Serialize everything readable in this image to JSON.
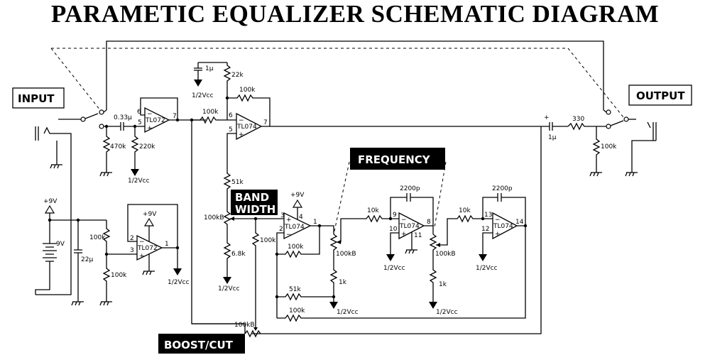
{
  "title": "PARAMETIC EQUALIZER SCHEMATIC DIAGRAM",
  "labels": {
    "input": "INPUT",
    "output": "OUTPUT",
    "frequency": "FREQUENCY",
    "band": "BAND",
    "width": "WIDTH",
    "boost_cut": "BOOST/CUT"
  },
  "components": {
    "c_in": "0.33μ",
    "r_470k": "470k",
    "r_220k": "220k",
    "u1a": "TL072",
    "u1b": "TL072",
    "u2a": "TL074",
    "u2b": "TL074",
    "u2c": "TL074",
    "u2d": "TL074",
    "c_1u_top": "1μ",
    "r_22k": "22k",
    "r_100k_fb": "100k",
    "r_100k_in": "100k",
    "r_51k_top": "51k",
    "pot_bw": "100kB",
    "r_6k8": "6.8k",
    "r_100k_bw": "100k",
    "r_100k_u2b_fb": "100k",
    "pot_f1": "100kB",
    "r_1k_a": "1k",
    "r_51k_bot": "51k",
    "r_100k_bot": "100k",
    "r_10k_a": "10k",
    "c_2200p_a": "2200p",
    "pot_f2": "100kB",
    "r_1k_b": "1k",
    "r_10k_b": "10k",
    "c_2200p_b": "2200p",
    "pot_bc": "100kB",
    "c_1u_out": "1μ",
    "r_330": "330",
    "r_100k_out": "100k",
    "r_100k_div_a": "100k",
    "r_100k_div_b": "100k",
    "c_22u": "22μ",
    "battery": "9V",
    "plus9v_a": "+9V",
    "plus9v_b": "+9V",
    "plus9v_c": "+9V",
    "half_vcc": "1/2Vcc"
  },
  "pins": {
    "u1a": {
      "inv": "6",
      "non": "5",
      "out": "7"
    },
    "u2a": {
      "inv": "6",
      "non": "5",
      "out": "7"
    },
    "u1b": {
      "inv": "2",
      "non": "3",
      "out": "1"
    },
    "u2b": {
      "non": "3",
      "inv": "2",
      "out": "1",
      "vcc": "4"
    },
    "u2c": {
      "inv": "9",
      "non": "10",
      "out": "8",
      "gnd": "11"
    },
    "u2d": {
      "inv": "13",
      "non": "12",
      "out": "14"
    }
  },
  "opamp_signs": {
    "minus": "−",
    "plus": "+"
  }
}
